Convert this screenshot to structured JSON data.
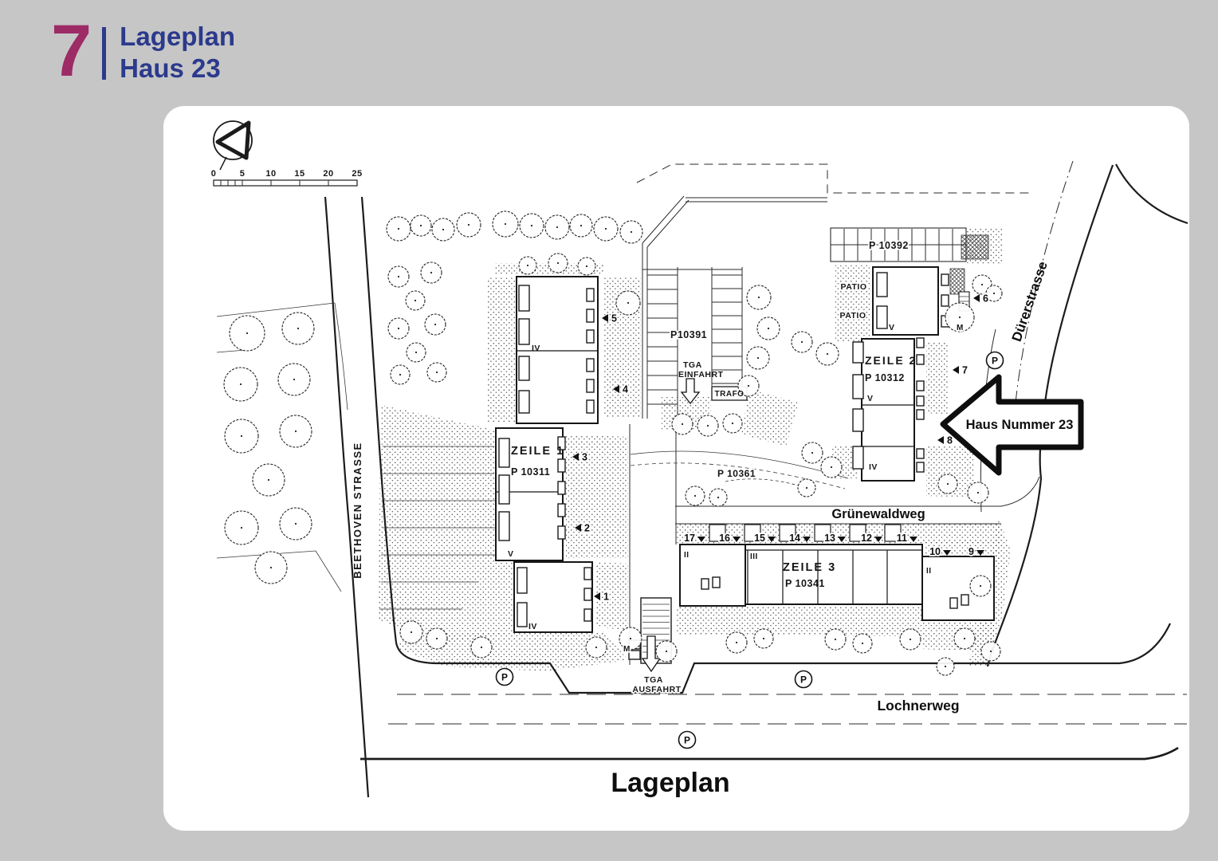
{
  "header": {
    "page_number": "7",
    "title_line1": "Lageplan",
    "title_line2": "Haus 23"
  },
  "plan": {
    "caption": "Lageplan",
    "scale_ticks": [
      "0",
      "5",
      "10",
      "15",
      "20",
      "25"
    ],
    "streets": {
      "west": "BEETHOVEN STRASSE",
      "east": "Dürerstrasse",
      "center": "Grünewaldweg",
      "south": "Lochnerweg"
    },
    "buildings": {
      "zeile1": {
        "name": "ZEILE 1",
        "parcel": "P 10311",
        "floors_upper": "IV",
        "floors_mid": "V",
        "floors_lower": "IV"
      },
      "zeile2": {
        "name": "ZEILE 2",
        "parcel": "P 10312",
        "floors_upper": "V",
        "floors_mid": "V",
        "floors_lower": "IV"
      },
      "zeile3": {
        "name": "ZEILE 3",
        "parcel": "P 10341",
        "floors_left": "II",
        "floors_mid": "III",
        "floors_right": "II"
      }
    },
    "parking": {
      "p10391": "P10391",
      "p10392": "P 10392",
      "p10361": "P 10361",
      "symbol": "P"
    },
    "labels": {
      "tga_in_1": "TGA",
      "tga_in_2": "EINFAHRT",
      "trafo": "TRAFO",
      "tga_out_1": "TGA",
      "tga_out_2": "AUSFAHRT",
      "patio_1": "PATIO",
      "patio_2": "PATIO",
      "m_1": "M",
      "m_2": "M"
    },
    "house_markers": [
      "1",
      "2",
      "3",
      "4",
      "5",
      "6",
      "7",
      "8",
      "9",
      "10",
      "11",
      "12",
      "13",
      "14",
      "15",
      "16",
      "17"
    ],
    "callout": "Haus Nummer 23"
  },
  "colors": {
    "background": "#c6c6c6",
    "card": "#ffffff",
    "accent_magenta": "#9c2b66",
    "accent_blue": "#2b3a8c",
    "ink": "#1c1c1c"
  }
}
